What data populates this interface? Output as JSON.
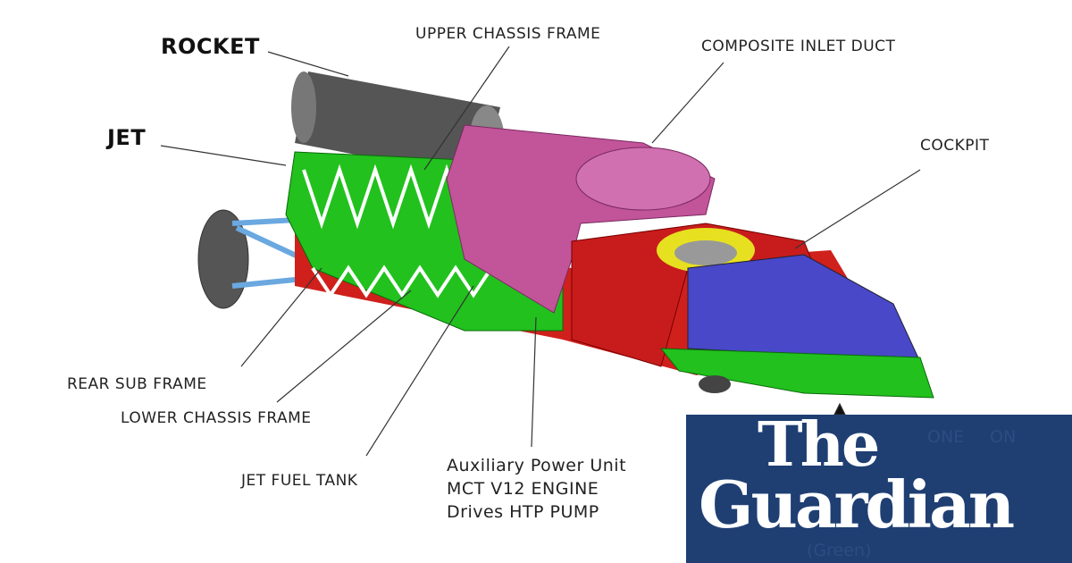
{
  "labels": {
    "rocket": "ROCKET",
    "jet": "JET",
    "upper_chassis": "UPPER CHASSIS FRAME",
    "inlet_duct": "COMPOSITE INLET DUCT",
    "cockpit": "COCKPIT",
    "rear_sub_frame": "REAR SUB FRAME",
    "lower_chassis": "LOWER CHASSIS FRAME",
    "jet_fuel_tank": "JET FUEL TANK",
    "apu_line1": "Auxiliary Power Unit",
    "apu_line2": "MCT V12 ENGINE",
    "apu_line3": "Drives HTP PUMP",
    "hidden_1": "ONE",
    "hidden_2": "ON",
    "hidden_3": "(Green)"
  },
  "logo": {
    "line1": "The",
    "line2": "Guardian",
    "color": "#1f3f73"
  }
}
